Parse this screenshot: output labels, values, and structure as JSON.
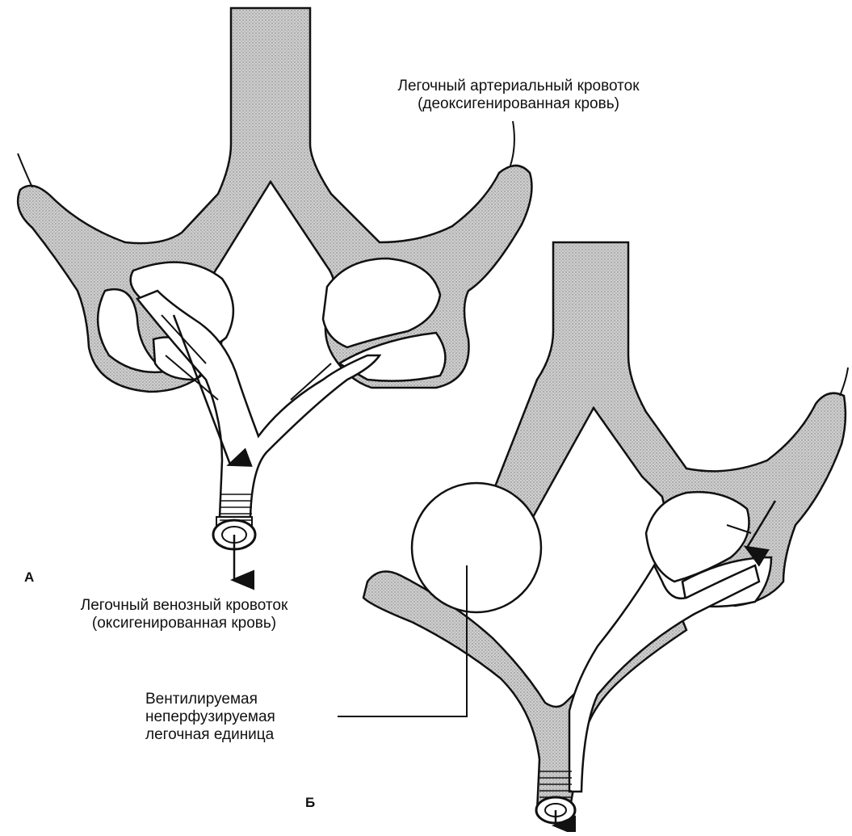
{
  "diagram_a": {
    "panel_letter": "А",
    "arterial_label_line1": "Легочный артериальный кровоток",
    "arterial_label_line2": "(деоксигенированная кровь)",
    "venous_label_line1": "Легочный венозный кровоток",
    "venous_label_line2": "(оксигенированная кровь)"
  },
  "diagram_b": {
    "panel_letter": "Б",
    "unit_label_line1": "Вентилируемая",
    "unit_label_line2": "неперфузируемая",
    "unit_label_line3": "легочная единица"
  },
  "colors": {
    "vessel_fill": "#c4c4c4",
    "outline": "#111111",
    "background": "#ffffff"
  }
}
